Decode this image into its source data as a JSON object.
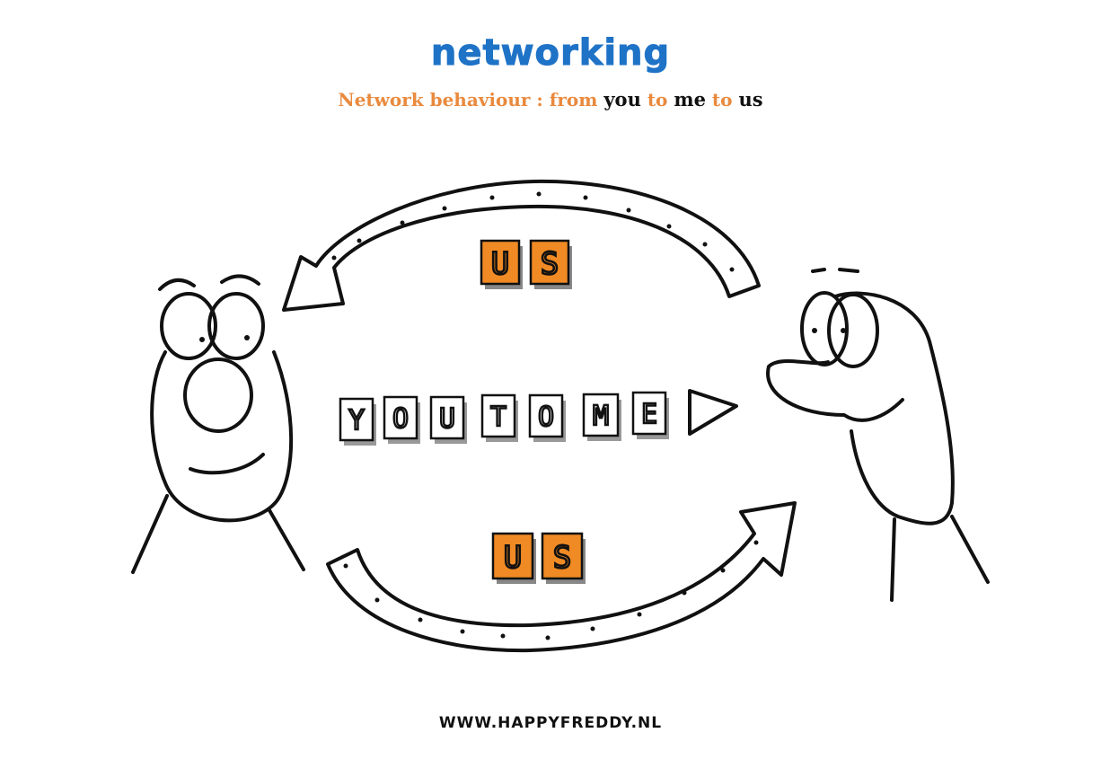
{
  "title": "NETWORKING",
  "subtitle": {
    "part1": "Network behaviour : from",
    "word1": "you",
    "part2": "to",
    "word2": "me",
    "part3": "to",
    "word3": "us"
  },
  "tiles_middle": [
    "Y",
    "O",
    "U",
    "T",
    "O",
    "M",
    "E"
  ],
  "tiles_top": [
    "U",
    "S"
  ],
  "tiles_bottom": [
    "U",
    "S"
  ],
  "footer": "WWW.HAPPYFREDDY.NL",
  "colors": {
    "title": "#1f73c7",
    "accent_orange": "#f08a24",
    "subtitle_orange": "#e98a3e",
    "ink": "#111111"
  }
}
